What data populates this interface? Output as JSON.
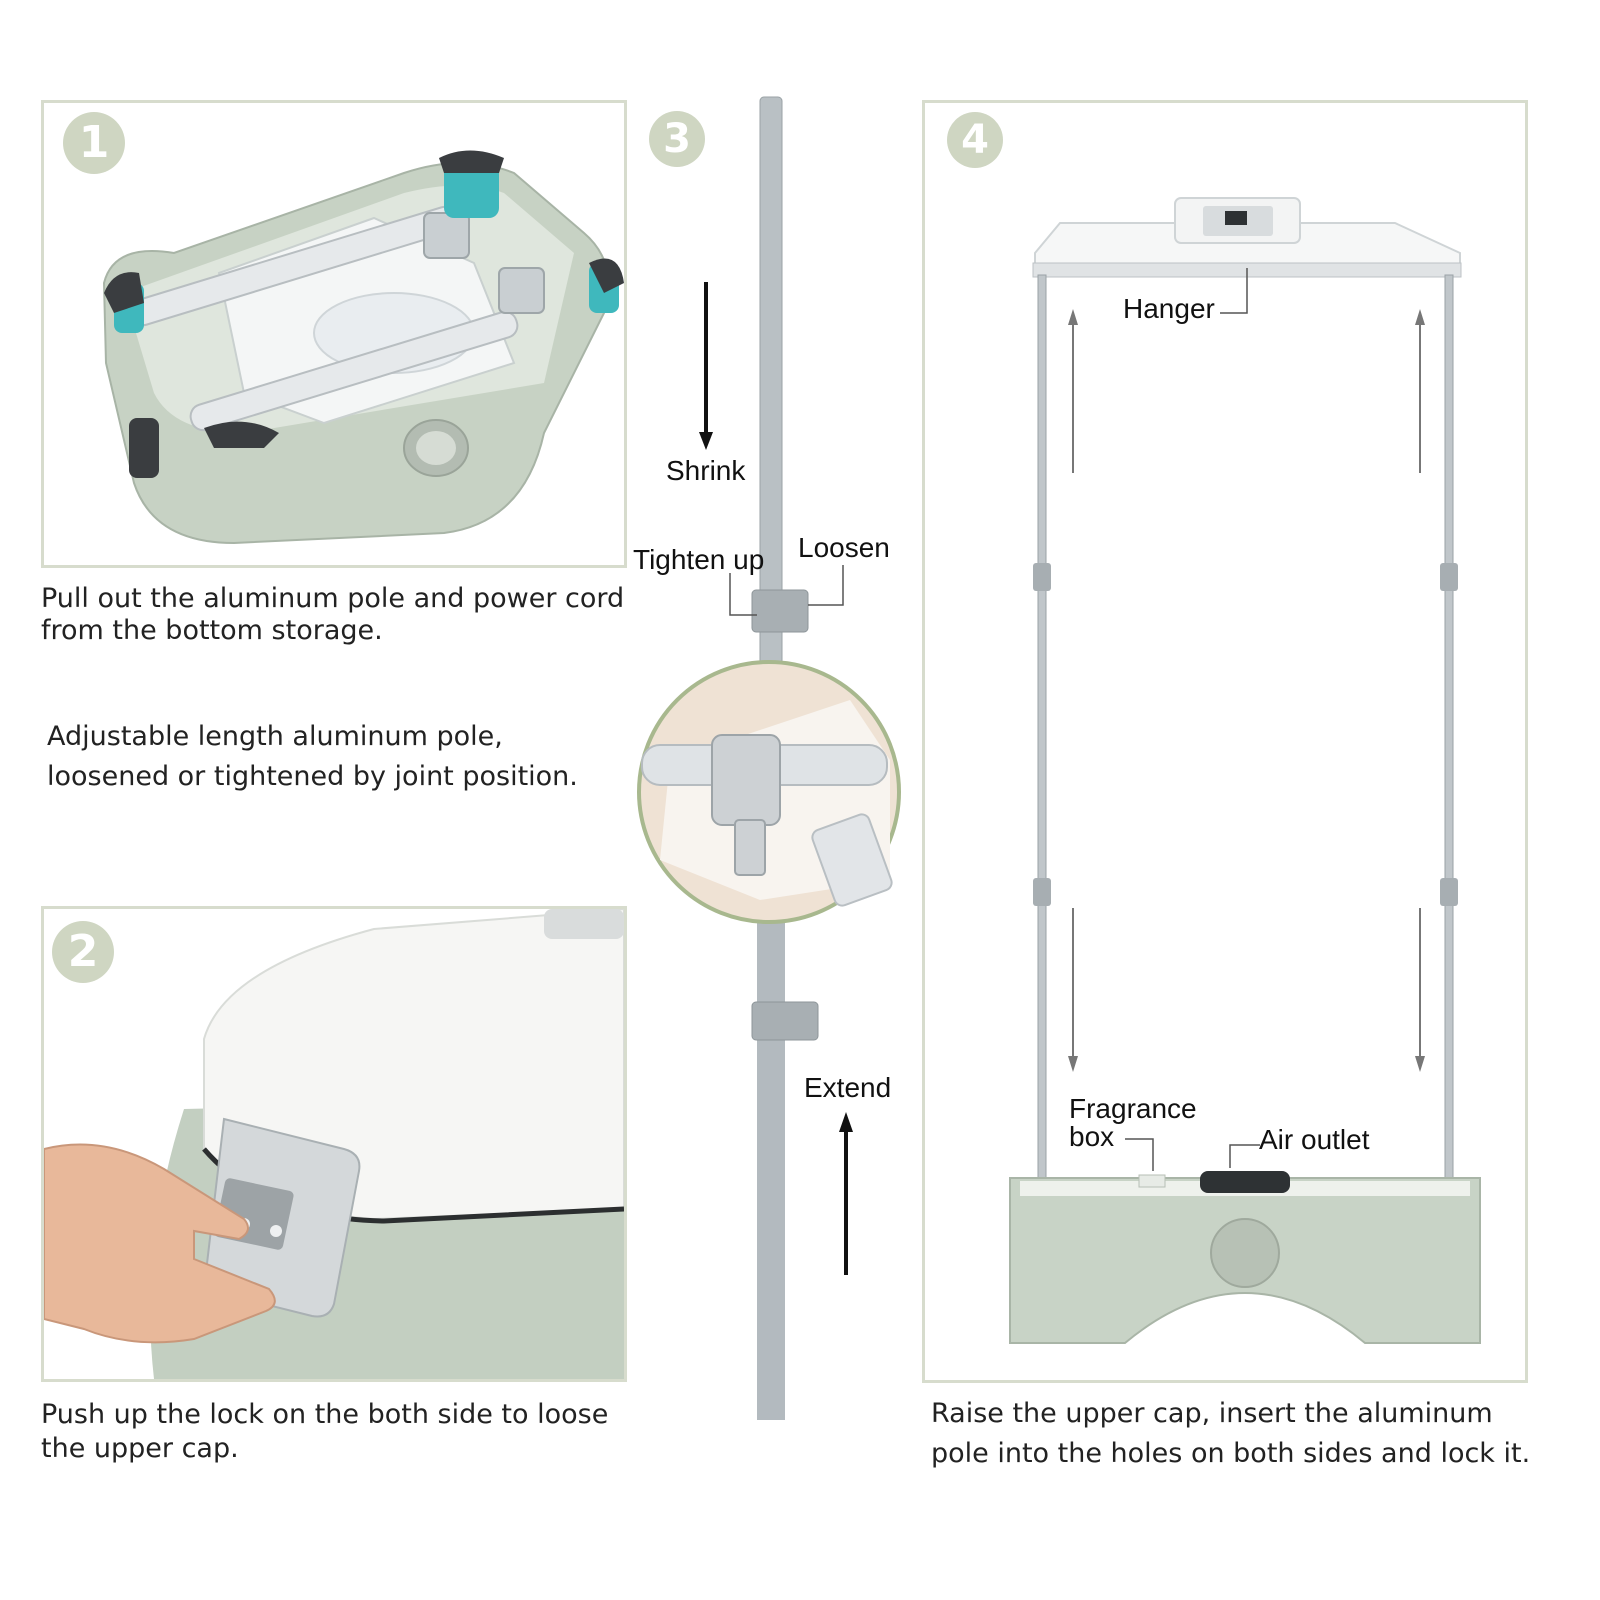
{
  "colors": {
    "panel_border": "#d7dccd",
    "step_badge": "#cfd6c2",
    "sage_green": "#c7d2c4",
    "teal_accent": "#3fb8bd",
    "pole_grey": "#b9c0c4"
  },
  "steps": {
    "step1": {
      "number": "1",
      "caption_line1": "Pull out the aluminum pole and power cord",
      "caption_line2": "from the bottom storage."
    },
    "step2": {
      "number": "2",
      "caption_line1": "Push up the lock on the both side to loose",
      "caption_line2": "the upper cap."
    },
    "step3": {
      "number": "3",
      "note_line1": "Adjustable length aluminum pole,",
      "note_line2": "loosened or tightened by joint position.",
      "labels": {
        "shrink": "Shrink",
        "tighten": "Tighten up",
        "loosen": "Loosen",
        "extend": "Extend"
      }
    },
    "step4": {
      "number": "4",
      "caption_line1": "Raise the upper cap, insert the aluminum",
      "caption_line2": "pole into the holes on both sides and lock it.",
      "labels": {
        "hanger": "Hanger",
        "fragrance_line1": "Fragrance",
        "fragrance_line2": "box",
        "air_outlet": "Air outlet"
      }
    }
  }
}
